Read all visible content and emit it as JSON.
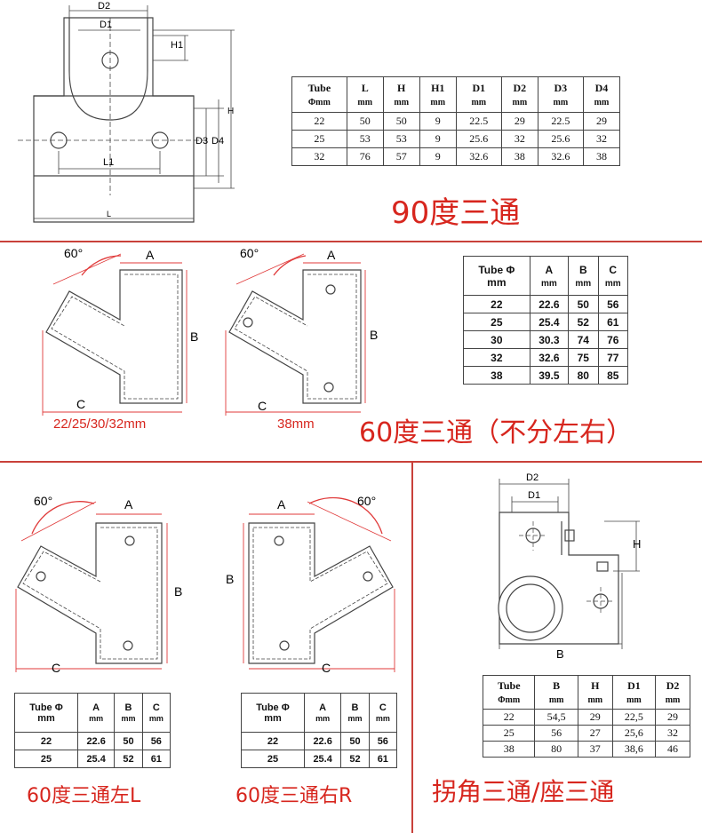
{
  "section1": {
    "dims": {
      "D2": "D2",
      "D1": "D1",
      "H1": "H1",
      "H": "H",
      "D3": "D3",
      "D4": "D4",
      "L1": "L1",
      "L": "L"
    },
    "table": {
      "headers": [
        [
          "Tube",
          "Φmm"
        ],
        [
          "L",
          "mm"
        ],
        [
          "H",
          "mm"
        ],
        [
          "H1",
          "mm"
        ],
        [
          "D1",
          "mm"
        ],
        [
          "D2",
          "mm"
        ],
        [
          "D3",
          "mm"
        ],
        [
          "D4",
          "mm"
        ]
      ],
      "rows": [
        [
          "22",
          "50",
          "50",
          "9",
          "22.5",
          "29",
          "22.5",
          "29"
        ],
        [
          "25",
          "53",
          "53",
          "9",
          "25.6",
          "32",
          "25.6",
          "32"
        ],
        [
          "32",
          "76",
          "57",
          "9",
          "32.6",
          "38",
          "32.6",
          "38"
        ]
      ]
    },
    "title": "90度三通"
  },
  "section2": {
    "angle1": "60°",
    "angle2": "60°",
    "labels": {
      "A": "A",
      "B": "B",
      "C": "C"
    },
    "caption_left": "22/25/30/32mm",
    "caption_right": "38mm",
    "table": {
      "headers": [
        [
          "Tube Φ",
          "mm"
        ],
        [
          "A",
          "mm"
        ],
        [
          "B",
          "mm"
        ],
        [
          "C",
          "mm"
        ]
      ],
      "rows": [
        [
          "22",
          "22.6",
          "50",
          "56"
        ],
        [
          "25",
          "25.4",
          "52",
          "61"
        ],
        [
          "30",
          "30.3",
          "74",
          "76"
        ],
        [
          "32",
          "32.6",
          "75",
          "77"
        ],
        [
          "38",
          "39.5",
          "80",
          "85"
        ]
      ]
    },
    "title": "60度三通（不分左右）"
  },
  "section3": {
    "angle_left": "60°",
    "angle_right": "60°",
    "labels": {
      "A": "A",
      "B": "B",
      "C": "C"
    },
    "table_left": {
      "headers": [
        [
          "Tube Φ",
          "mm"
        ],
        [
          "A",
          "mm"
        ],
        [
          "B",
          "mm"
        ],
        [
          "C",
          "mm"
        ]
      ],
      "rows": [
        [
          "22",
          "22.6",
          "50",
          "56"
        ],
        [
          "25",
          "25.4",
          "52",
          "61"
        ]
      ]
    },
    "table_right": {
      "headers": [
        [
          "Tube Φ",
          "mm"
        ],
        [
          "A",
          "mm"
        ],
        [
          "B",
          "mm"
        ],
        [
          "C",
          "mm"
        ]
      ],
      "rows": [
        [
          "22",
          "22.6",
          "50",
          "56"
        ],
        [
          "25",
          "25.4",
          "52",
          "61"
        ]
      ]
    },
    "title_left": "60度三通左L",
    "title_right": "60度三通右R"
  },
  "section4": {
    "dims": {
      "D2": "D2",
      "D1": "D1",
      "H": "H",
      "B": "B"
    },
    "table": {
      "headers": [
        [
          "Tube",
          "Φmm"
        ],
        [
          "B",
          "mm"
        ],
        [
          "H",
          "mm"
        ],
        [
          "D1",
          "mm"
        ],
        [
          "D2",
          "mm"
        ]
      ],
      "rows": [
        [
          "22",
          "54,5",
          "29",
          "22,5",
          "29"
        ],
        [
          "25",
          "56",
          "27",
          "25,6",
          "32"
        ],
        [
          "38",
          "80",
          "37",
          "38,6",
          "46"
        ]
      ]
    },
    "title": "拐角三通/座三通"
  },
  "colors": {
    "accent": "#d7261e",
    "divider": "#c9413a",
    "line": "#444444",
    "arc": "#e03a3a"
  }
}
